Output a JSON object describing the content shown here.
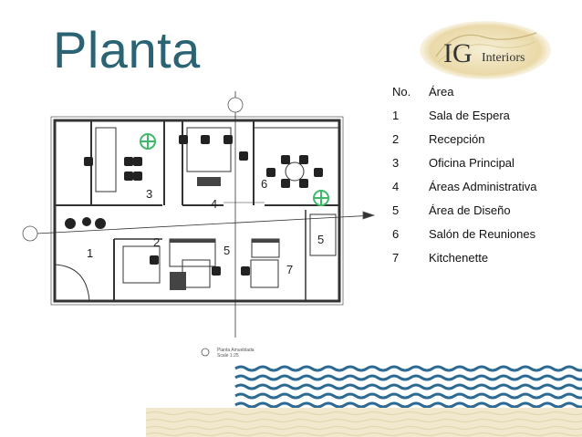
{
  "slide": {
    "title": "Planta",
    "logo": {
      "main": "IG",
      "sub": "Interiors"
    }
  },
  "legend": {
    "header": {
      "no": "No.",
      "area": "Área"
    },
    "rows": [
      {
        "no": "1",
        "name": "Sala de Espera"
      },
      {
        "no": "2",
        "name": "Recepción"
      },
      {
        "no": "3",
        "name": "Oficina Principal"
      },
      {
        "no": "4",
        "name": "Áreas Administrativa"
      },
      {
        "no": "5",
        "name": "Área de Diseño"
      },
      {
        "no": "6",
        "name": "Salón de Reuniones"
      },
      {
        "no": "7",
        "name": "Kitchenette"
      }
    ]
  },
  "plan": {
    "area_labels": [
      "1",
      "2",
      "3",
      "4",
      "5",
      "5",
      "6",
      "7"
    ],
    "caption": {
      "title": "Planta Amueblada",
      "scale": "Scale 1:25"
    }
  },
  "colors": {
    "title": "#2a6373",
    "pattern": "#2d6a93",
    "sand": "#f1e8ce",
    "plants": "#3fb86a"
  }
}
